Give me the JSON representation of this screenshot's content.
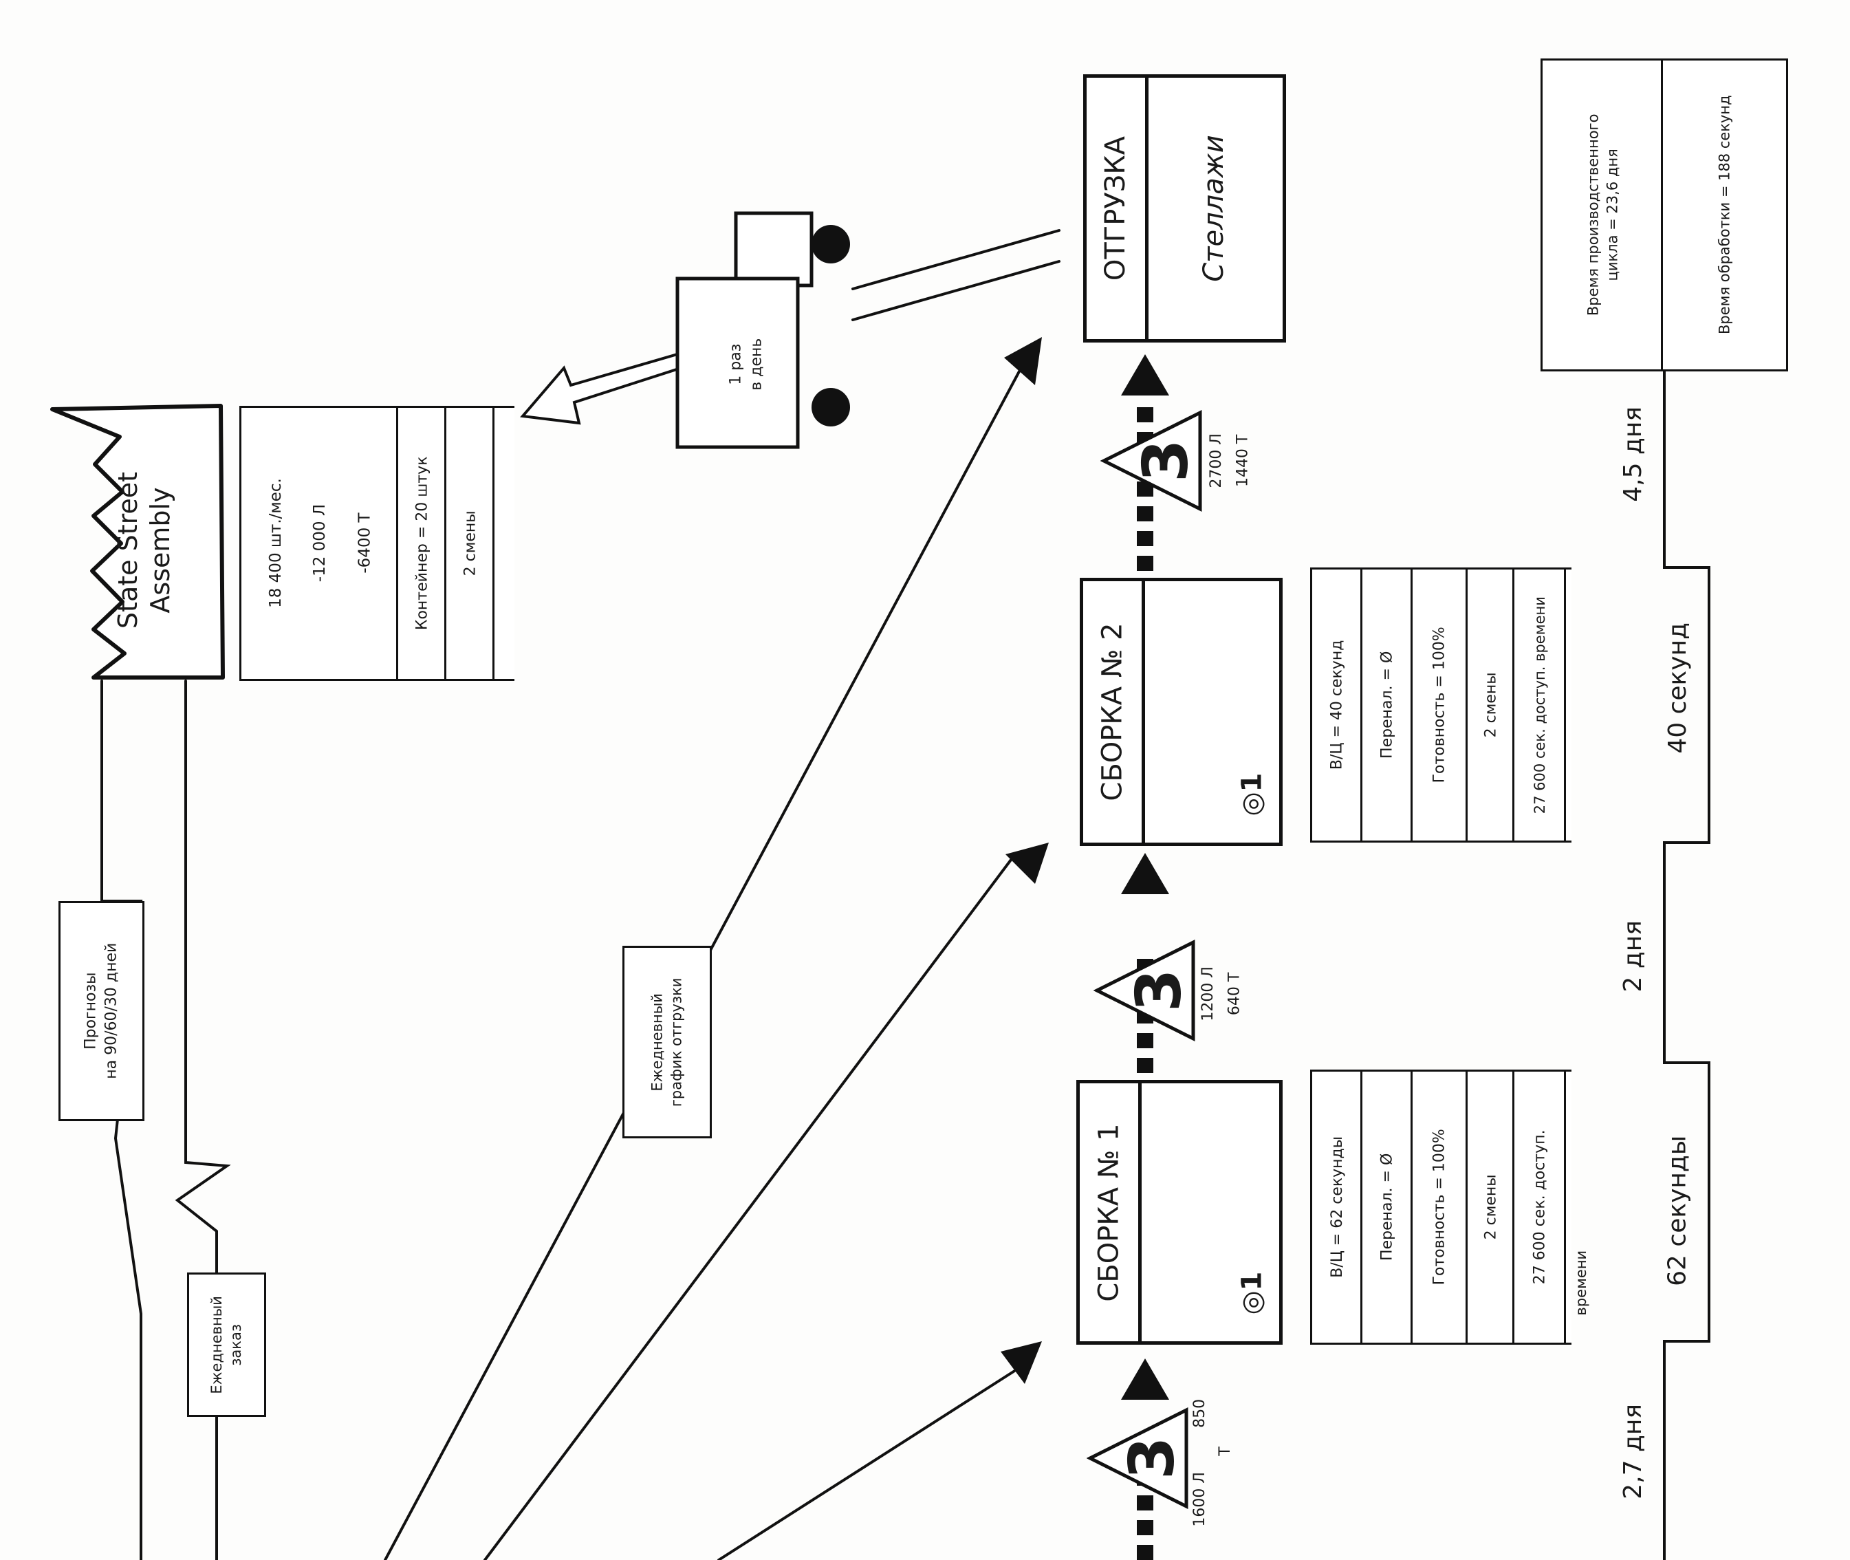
{
  "customer": {
    "name_line1": "State Street",
    "name_line2": "Assembly",
    "data": [
      "18 400 шт./мес.",
      "-12 000 Л",
      "-6400  Т",
      "Контейнер = 20 штук",
      "2 смены"
    ]
  },
  "info_flows": {
    "forecast_line1": "Прогнозы",
    "forecast_line2": "на 90/60/30  дней",
    "daily_order_line1": "Ежедневный",
    "daily_order_line2": "заказ",
    "ship_schedule_line1": "Ежедневный",
    "ship_schedule_line2": "график отгрузки"
  },
  "truck": {
    "line1": "1 раз",
    "line2": "в день"
  },
  "processes": {
    "assembly1": {
      "title": "СБОРКА № 1",
      "operators": "1",
      "data": [
        "В/Ц = 62 секунды",
        "Перенал. = Ø",
        "Готовность = 100%",
        "2 смены",
        "27 600 сек. доступ.",
        "времени"
      ]
    },
    "assembly2": {
      "title": "СБОРКА № 2",
      "operators": "1",
      "data": [
        "В/Ц = 40 секунд",
        "Перенал. = Ø",
        "Готовность = 100%",
        "2 смены",
        "27 600 сек. доступ. времени"
      ]
    },
    "shipping": {
      "title": "ОТГРУЗКА",
      "subtitle": "Стеллажи"
    }
  },
  "inventories": [
    {
      "symbol": "3",
      "line1": "1600 Л",
      "line2": "850",
      "line3": "Т"
    },
    {
      "symbol": "3",
      "line1": "1200 Л",
      "line2": "640 Т"
    },
    {
      "symbol": "3",
      "line1": "2700 Л",
      "line2": "1440 Т"
    }
  ],
  "timeline": {
    "waits": [
      "2,7 дня",
      "2 дня",
      "4,5 дня"
    ],
    "process_times": [
      "62 секунды",
      "40 секунд"
    ]
  },
  "summary": {
    "lead_time_line1": "Время производственного",
    "lead_time_line2": "цикла = 23,6 дня",
    "processing_time": "Время обработки = 188 секунд"
  }
}
